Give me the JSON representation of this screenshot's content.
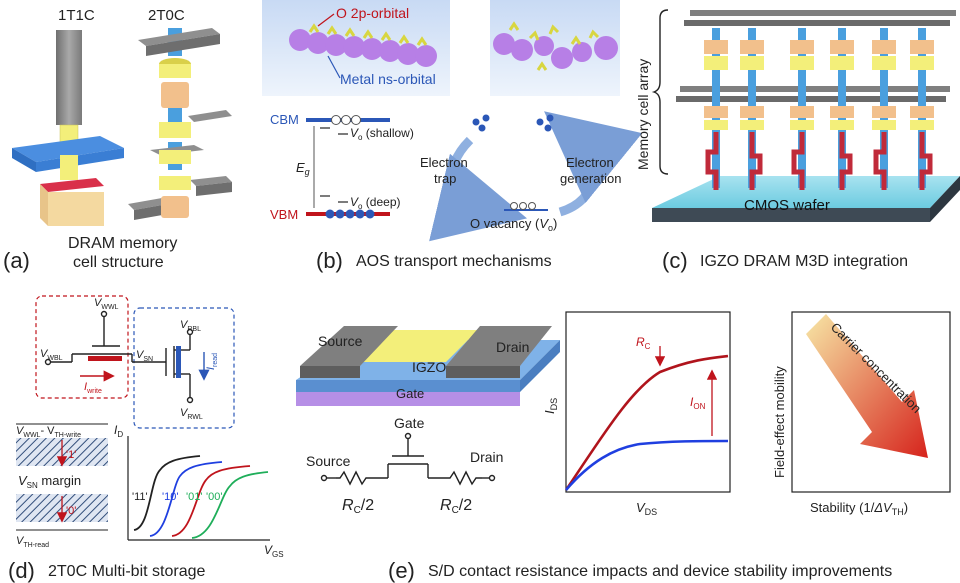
{
  "colors": {
    "red": "#c0141c",
    "blue": "#2b57b7",
    "gray": "#8f8f8f",
    "yellow": "#f3ef7a",
    "peach": "#f2c08c",
    "cyan": "#8fd8ea",
    "purple": "#b77fe6",
    "green": "#1fae5a"
  },
  "panel_a": {
    "label_1t1c": "1T1C",
    "label_2t0c": "2T0C",
    "letter": "(a)",
    "caption_line1": "DRAM memory",
    "caption_line2": "cell structure"
  },
  "panel_b": {
    "o2p": "O 2p-orbital",
    "metal_ns": "Metal ns-orbital",
    "cbm": "CBM",
    "vbm": "VBM",
    "eg": "E",
    "eg_sub": "g",
    "vo_shallow": "V",
    "vo_shallow_rest": " (shallow)",
    "vo_deep": "V",
    "vo_deep_rest": " (deep)",
    "vo_sub": "o",
    "electron_trap_1": "Electron",
    "electron_trap_2": "trap",
    "electron_gen_1": "Electron",
    "electron_gen_2": "generation",
    "o_vacancy": "O vacancy (",
    "o_vacancy_v": "V",
    "o_vacancy_sub": "o",
    "o_vacancy_end": ")",
    "letter": "(b)",
    "caption": "AOS transport mechanisms"
  },
  "panel_c": {
    "memory_cell_array": "Memory cell array",
    "cmos_wafer": "CMOS wafer",
    "letter": "(c)",
    "caption": "IGZO DRAM M3D integration"
  },
  "panel_d": {
    "v_wwl": "V",
    "v_wwl_sub": "WWL",
    "v_wbl": "V",
    "v_wbl_sub": "WBL",
    "v_sn": "V",
    "v_sn_sub": "SN",
    "i_write": "I",
    "i_write_sub": "write",
    "v_rbl": "V",
    "v_rbl_sub": "RBL",
    "i_read": "I",
    "i_read_sub": "read",
    "v_rwl": "V",
    "v_rwl_sub": "RWL",
    "top_label": "V",
    "top_label_sub1": "WWL",
    "top_label_mid": "- V",
    "top_label_sub2": "TH-write",
    "state_1": "'1'",
    "state_0": "'0'",
    "vsn_margin": "V",
    "vsn_margin_sub": "SN",
    "vsn_margin_rest": " margin",
    "vth_read": "V",
    "vth_read_sub": "TH-read",
    "id_axis": "I",
    "id_axis_sub": "D",
    "vgs_axis": "V",
    "vgs_axis_sub": "GS",
    "curve_labels": [
      "'11'",
      "'10'",
      "'01'",
      "'00'"
    ],
    "letter": "(d)",
    "caption": "2T0C Multi-bit storage"
  },
  "panel_e": {
    "source": "Source",
    "drain": "Drain",
    "igzo": "IGZO",
    "gate": "Gate",
    "gate_top": "Gate",
    "source_sym": "Source",
    "drain_sym": "Drain",
    "rc2_left": "R",
    "rc2_left_sub": "C",
    "rc2_left_rest": "/2",
    "rc2_right": "R",
    "rc2_right_sub": "C",
    "rc2_right_rest": "/2",
    "ids_axis": "I",
    "ids_axis_sub": "DS",
    "vds_axis": "V",
    "vds_axis_sub": "DS",
    "rc_label": "R",
    "rc_label_sub": "C",
    "ion_label": "I",
    "ion_label_sub": "ON",
    "mobility_axis": "Field-effect mobility",
    "carrier_concentration": "Carrier concentration",
    "stability_axis": "Stability (1/",
    "stability_delta": "ΔV",
    "stability_sub": "TH",
    "stability_end": ")",
    "letter": "(e)",
    "caption": "S/D contact resistance impacts and device stability improvements"
  }
}
